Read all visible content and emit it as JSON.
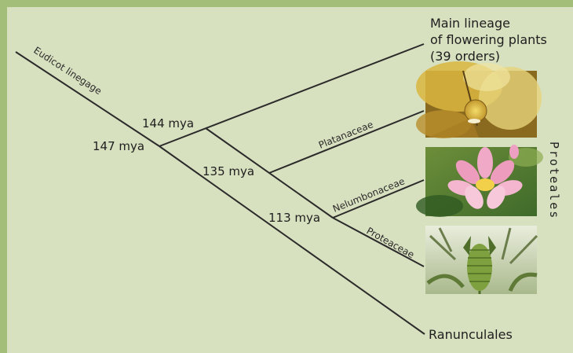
{
  "diagram": {
    "background": "#d7e0bf",
    "border_color": "#a3be78",
    "line_color": "#2b2b2b",
    "branches": {
      "eudicot": "Eudicot linegage",
      "platanaceae": "Platanaceae",
      "nelumbonaceae": "Nelumbonaceae",
      "proteaceae": "Proteaceae"
    },
    "nodes": {
      "n147": "147 mya",
      "n144": "144 mya",
      "n135": "135 mya",
      "n113": "113 mya"
    },
    "leaves": {
      "main_lineage": [
        "Main lineage",
        "of flowering plants",
        "(39 orders)"
      ],
      "ranunculales": "Ranunculales"
    },
    "clade": "Proteales",
    "photos": [
      {
        "name": "sycamore-photo",
        "subject": "sycamore fruit among yellow leaves"
      },
      {
        "name": "lotus-photo",
        "subject": "pink lotus flower"
      },
      {
        "name": "banksia-photo",
        "subject": "green banksia cone"
      }
    ]
  }
}
